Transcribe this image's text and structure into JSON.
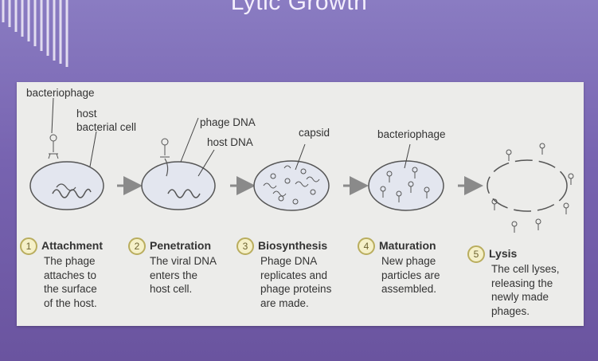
{
  "slide": {
    "title": "Lytic Growth"
  },
  "labels": {
    "bacteriophage_1": "bacteriophage",
    "host_cell_line1": "host",
    "host_cell_line2": "bacterial cell",
    "phage_dna": "phage DNA",
    "host_dna": "host DNA",
    "capsid": "capsid",
    "bacteriophage_2": "bacteriophage"
  },
  "steps": [
    {
      "number": "1",
      "title": "Attachment",
      "desc": [
        "The phage",
        "attaches to",
        "the surface",
        "of the host."
      ]
    },
    {
      "number": "2",
      "title": "Penetration",
      "desc": [
        "The viral DNA",
        "enters the",
        "host cell."
      ]
    },
    {
      "number": "3",
      "title": "Biosynthesis",
      "desc": [
        "Phage DNA",
        "replicates and",
        "phage proteins",
        "are made."
      ]
    },
    {
      "number": "4",
      "title": "Maturation",
      "desc": [
        "New phage",
        "particles are",
        "assembled."
      ]
    },
    {
      "number": "5",
      "title": "Lysis",
      "desc": [
        "The cell lyses,",
        "releasing the",
        "newly made",
        "phages."
      ]
    }
  ],
  "colors": {
    "panel": "#ececea",
    "cell_fill": "#e3e6ef",
    "cell_stroke": "#555555",
    "arrow": "#8a8a8a",
    "badge_fill": "#f5f0c8",
    "badge_stroke": "#b9ad5e"
  }
}
